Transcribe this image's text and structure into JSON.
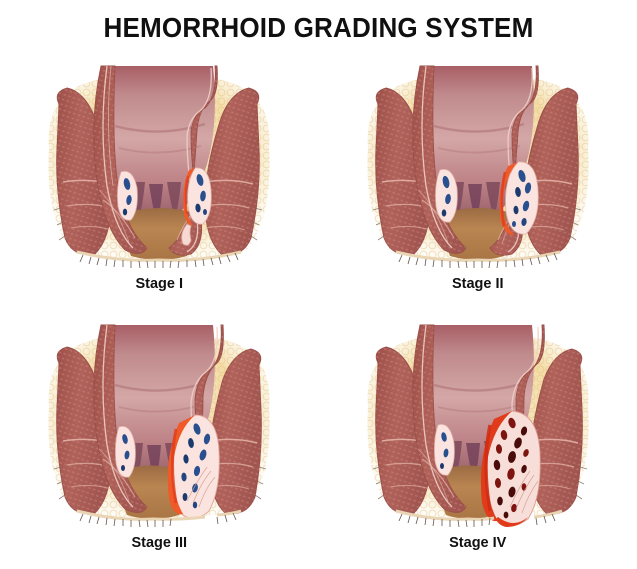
{
  "page": {
    "title": "HEMORRHOID GRADING SYSTEM",
    "background_color": "#ffffff",
    "title_color": "#101010"
  },
  "palette": {
    "muscle_base": "#ab5b54",
    "muscle_dark": "#8e443f",
    "muscle_light": "#c4776e",
    "muscle_stipple": "#cc8a80",
    "fat_base": "#f3dca6",
    "fat_lobule": "#e8c87d",
    "fat_edge": "#f7ead0",
    "lumen_light": "#d2a3a3",
    "lumen_mid": "#b9797d",
    "lumen_dark": "#9c5d63",
    "dentate_purple": "#7d4a5c",
    "anoderm_tan": "#b07d51",
    "anoderm_dark": "#8a5a34",
    "cushion_pale": "#fbe4df",
    "vein_blue": "#2a4f8f",
    "vein_blue_dark": "#1d3a6e",
    "inflamed_orange": "#f05a28",
    "inflamed_red": "#e03c1c",
    "thrombus_dark": "#7d1410",
    "thrombus_black": "#4a0c0a",
    "fascia_line": "#e7b9ae",
    "outline": "#b98a80",
    "hair": "#5a4a40"
  },
  "panels": [
    {
      "id": "stage-1",
      "label": "Stage I",
      "severity": 1,
      "hemorrhoid": {
        "side": "right",
        "description": "small internal cushion, no prolapse",
        "vein_color": "#2a4f8f",
        "rim_color": "#f05a28",
        "vein_count": 4,
        "size": "small",
        "prolapse": false
      }
    },
    {
      "id": "stage-2",
      "label": "Stage II",
      "severity": 2,
      "hemorrhoid": {
        "side": "right",
        "description": "enlarged cushion bulging into canal, reduces spontaneously",
        "vein_color": "#2a4f8f",
        "rim_color": "#f05a28",
        "vein_count": 7,
        "size": "medium",
        "prolapse": false
      }
    },
    {
      "id": "stage-3",
      "label": "Stage III",
      "severity": 3,
      "hemorrhoid": {
        "side": "right",
        "description": "prolapsed beyond anal verge, requires manual reduction",
        "vein_color": "#2a4f8f",
        "rim_color": "#f05a28",
        "vein_count": 11,
        "size": "large",
        "prolapse": true
      }
    },
    {
      "id": "stage-4",
      "label": "Stage IV",
      "severity": 4,
      "hemorrhoid": {
        "side": "right",
        "description": "permanently prolapsed and thrombosed",
        "vein_color": "#7d1410",
        "rim_color": "#e03c1c",
        "vein_count": 16,
        "size": "largest",
        "prolapse": true
      }
    }
  ]
}
